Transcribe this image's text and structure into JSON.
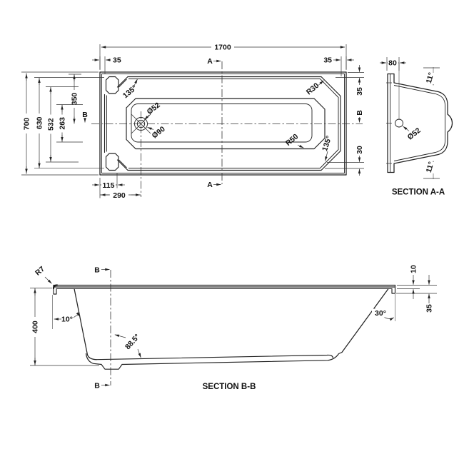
{
  "plan": {
    "length": "1700",
    "overall_width": "700",
    "rim_width": "630",
    "inner_width": "532",
    "half_width": "350",
    "floor_width": "263",
    "edge_inset_left": "35",
    "edge_inset_right_top": "35",
    "edge_inset_right_side": "35",
    "step_right_side": "30",
    "waste_edge_offset": "115",
    "waste_center_offset": "290",
    "corner_angle_head": "135°",
    "corner_angle_foot": "135°",
    "radius_foot_corner": "R30",
    "radius_floor_corner": "R50",
    "waste_diameter": "Ø52",
    "waste_flange_diameter": "Ø90",
    "section_a_top": "A",
    "section_a_bottom": "A",
    "section_b_left": "B",
    "section_b_right": "B"
  },
  "section_aa": {
    "title": "SECTION A-A",
    "rim_width": "80",
    "wall_angle_top": "11°",
    "wall_angle_bottom": "11°",
    "overflow_diameter": "Ø52"
  },
  "section_bb": {
    "title": "SECTION B-B",
    "rim_corner_radius": "R7",
    "depth": "400",
    "head_wall_angle": "10°",
    "floor_angle": "88.5°",
    "foot_wall_angle": "30°",
    "rim_thickness": "10",
    "rim_edge_drop": "35",
    "marker_top": "B",
    "marker_bottom": "B"
  }
}
